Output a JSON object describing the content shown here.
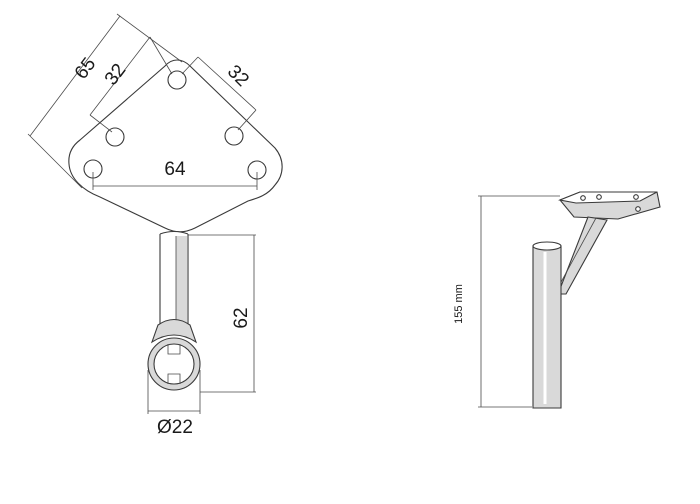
{
  "top_view": {
    "dim_diagonal": "65",
    "dim_hole_left": "32",
    "dim_hole_right": "32",
    "dim_hole_span": "64",
    "dim_post_length": "62",
    "dim_tube_diameter": "Ø22"
  },
  "side_view": {
    "dim_height": "155 mm"
  },
  "colors": {
    "line": "#3a3a3a",
    "shading": "#d9d9d9",
    "background": "#ffffff"
  }
}
